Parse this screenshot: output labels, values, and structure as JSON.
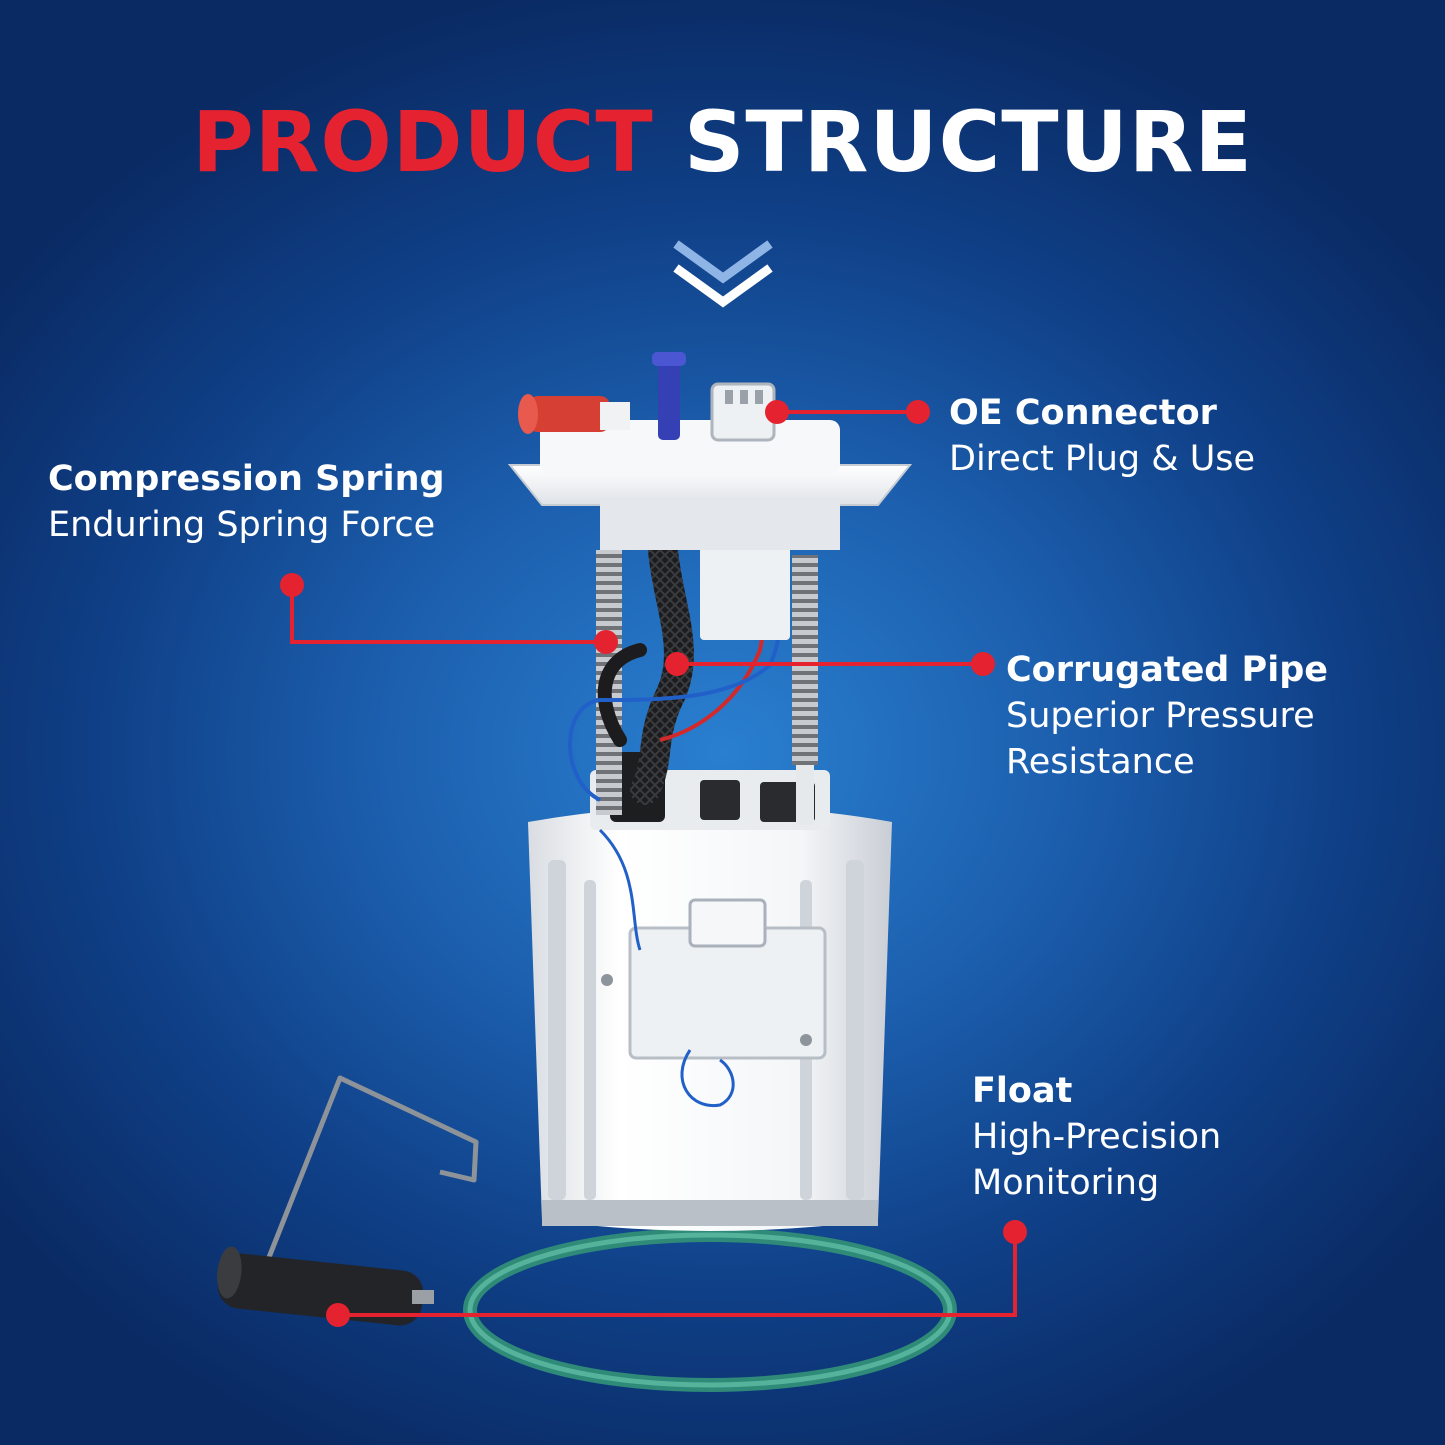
{
  "header": {
    "title_part1": "PRODUCT",
    "title_part2": "STRUCTURE",
    "icon": "double-chevron-down-icon"
  },
  "callouts": {
    "oe_connector": {
      "title": "OE Connector",
      "desc": [
        "Direct Plug & Use"
      ]
    },
    "compression_spring": {
      "title": "Compression Spring",
      "desc": [
        "Enduring Spring Force"
      ]
    },
    "corrugated_pipe": {
      "title": "Corrugated Pipe",
      "desc": [
        "Superior Pressure",
        "Resistance"
      ]
    },
    "float": {
      "title": "Float",
      "desc": [
        "High-Precision",
        "Monitoring"
      ]
    }
  },
  "colors": {
    "accent_red": "#e5222f",
    "background_blue": "#1c5fae",
    "text_white": "#ffffff"
  }
}
